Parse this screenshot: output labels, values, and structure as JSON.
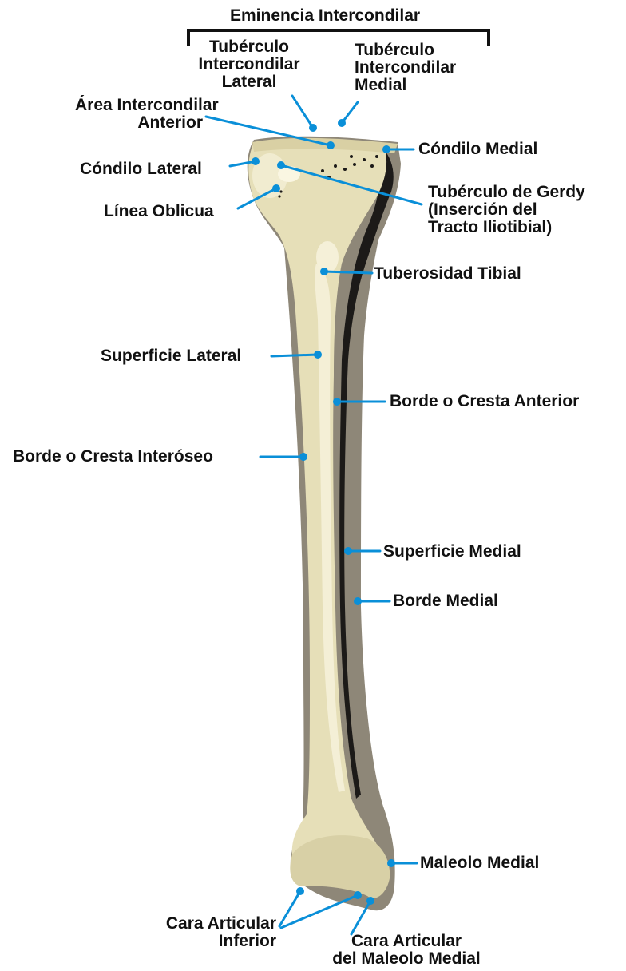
{
  "colors": {
    "leader": "#0a8fd8",
    "bone_light": "#ece6c2",
    "bone_mid": "#d2c99c",
    "bone_shade": "#8e8778",
    "bone_dark": "#1c1a18",
    "text": "#111111"
  },
  "labels": {
    "eminencia": "Eminencia Intercondilar",
    "tub_lat_1": "Tubérculo",
    "tub_lat_2": "Intercondilar",
    "tub_lat_3": "Lateral",
    "tub_med_1": "Tubérculo",
    "tub_med_2": "Intercondilar",
    "tub_med_3": "Medial",
    "area_1": "Área Intercondilar",
    "area_2": "Anterior",
    "condilo_medial": "Cóndilo Medial",
    "condilo_lateral": "Cóndilo Lateral",
    "gerdy_1": "Tubérculo de Gerdy",
    "gerdy_2": "(Inserción del",
    "gerdy_3": "Tracto Iliotibial)",
    "linea_oblicua": "Línea Oblicua",
    "tuberosidad": "Tuberosidad Tibial",
    "sup_lateral": "Superficie Lateral",
    "borde_anterior": "Borde o Cresta Anterior",
    "borde_interoseo": "Borde o Cresta Interóseo",
    "sup_medial": "Superficie Medial",
    "borde_medial": "Borde Medial",
    "maleolo": "Maleolo Medial",
    "cara_inf_1": "Cara Articular",
    "cara_inf_2": "Inferior",
    "cara_mal_1": "Cara Articular",
    "cara_mal_2": "del Maleolo Medial"
  }
}
